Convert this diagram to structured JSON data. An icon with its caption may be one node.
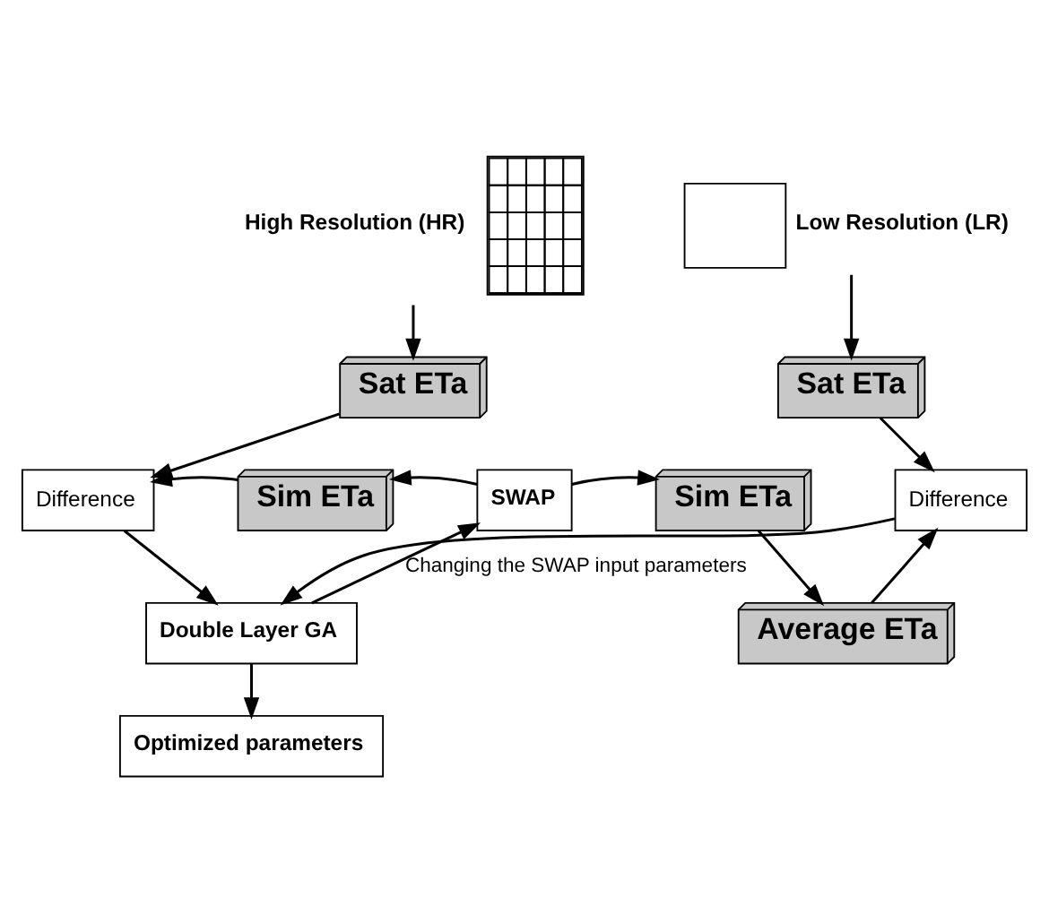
{
  "diagram": {
    "nodes": [
      {
        "text": [],
        "shape": "picture",
        "beside": [
          "High Resolution (HR)"
        ]
      },
      {
        "text": [],
        "shape": "box",
        "beside": [
          "Low Resolution (LR)"
        ]
      },
      {
        "text": [
          "Sat ETa"
        ]
      },
      {
        "text": [
          "Sim ETa"
        ]
      },
      {
        "text": [
          "SWAP"
        ]
      },
      {
        "text": [
          "Sat ETa"
        ]
      },
      {
        "text": [
          "Sim ETa"
        ]
      },
      {
        "text": [
          "Average ETa"
        ]
      },
      {
        "text": [
          "Difference"
        ]
      },
      {
        "text": [
          "Difference"
        ]
      },
      {
        "text": [
          "Double Layer GA"
        ]
      },
      {
        "text": [
          "Optimized parameters"
        ]
      }
    ],
    "edges": [
      {
        "from": 0,
        "to": 2,
        "arrow": "to"
      },
      {
        "from": 1,
        "to": 5,
        "arrow": "to"
      },
      {
        "from": 2,
        "to": 8,
        "arrow": "to"
      },
      {
        "from": 3,
        "to": 8,
        "arrow": "to"
      },
      {
        "from": 4,
        "to": 3,
        "arrow": "to"
      },
      {
        "from": 4,
        "to": 6,
        "arrow": "to"
      },
      {
        "from": 6,
        "to": 7,
        "arrow": "to"
      },
      {
        "from": 5,
        "to": 9,
        "arrow": "to"
      },
      {
        "from": 7,
        "to": 9,
        "arrow": "to"
      },
      {
        "from": 10,
        "to": 4,
        "arrow": "to",
        "label": "Changing the SWAP input parameters"
      },
      {
        "from": 8,
        "to": 10,
        "arrow": "to"
      },
      {
        "from": 9,
        "to": 10,
        "arrow": "to"
      },
      {
        "from": 10,
        "to": 11,
        "arrow": "to"
      }
    ]
  }
}
